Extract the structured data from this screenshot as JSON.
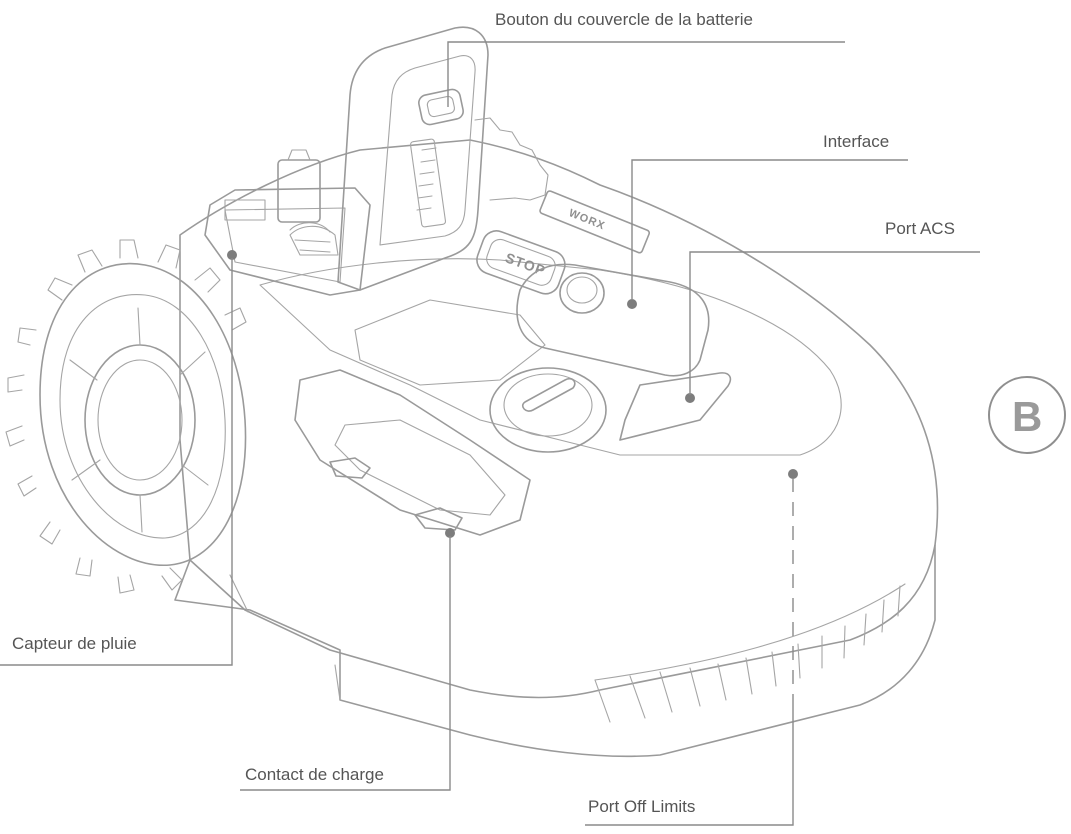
{
  "labels": {
    "battery_cover_button": "Bouton du couvercle de la batterie",
    "interface": "Interface",
    "acs_port": "Port ACS",
    "rain_sensor": "Capteur de pluie",
    "charge_contact": "Contact de charge",
    "off_limits_port": "Port Off Limits"
  },
  "figure_badge": "B",
  "device_markings": {
    "stop_button": "STOP",
    "brand": "WORX"
  }
}
